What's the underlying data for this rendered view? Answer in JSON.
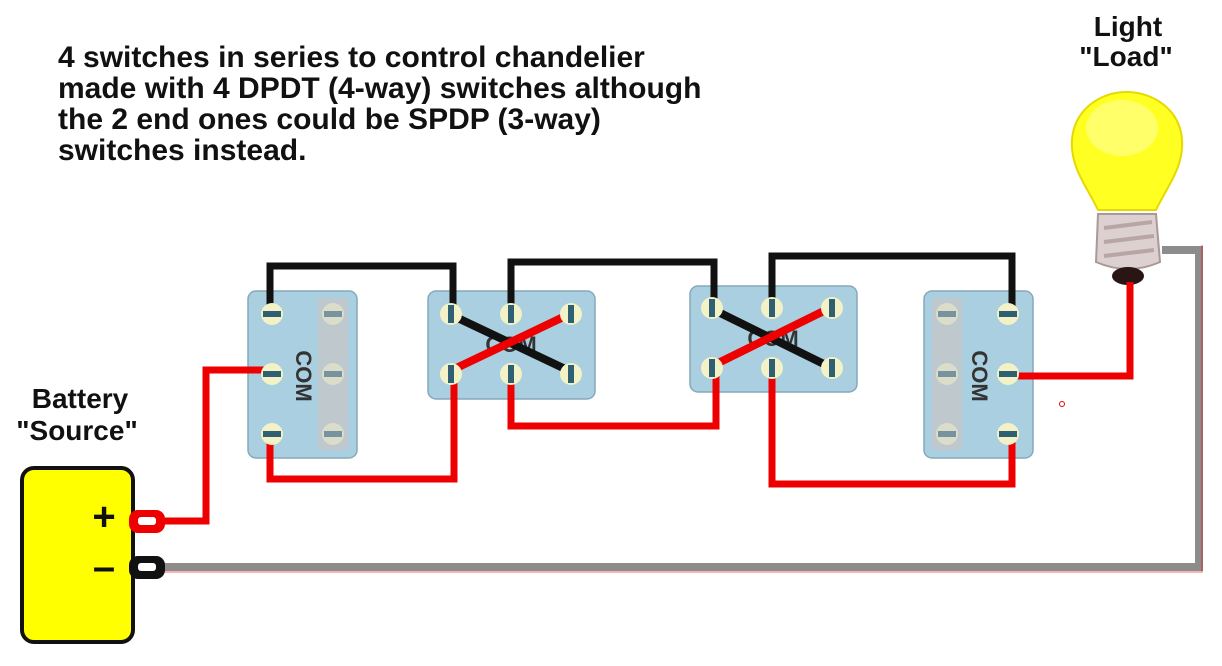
{
  "description": [
    "4 switches in series to control chandelier",
    "made with 4 DPDT (4-way) switches although",
    "the 2 end ones could be SPDP (3-way)",
    "switches instead."
  ],
  "source": {
    "line1": "Battery",
    "line2": "\"Source\"",
    "plus": "+",
    "minus": "–"
  },
  "load": {
    "line1": "Light",
    "line2": "\"Load\""
  },
  "switches": [
    {
      "id": "switch-1",
      "label": "COM"
    },
    {
      "id": "switch-2",
      "label": "COM"
    },
    {
      "id": "switch-3",
      "label": "COM"
    },
    {
      "id": "switch-4",
      "label": "COM"
    }
  ],
  "colors": {
    "switch_body": "#a9cfe0",
    "terminal": "#f3f1c6",
    "terminal_slot": "#2f5f72",
    "hot_wire": "#ee0000",
    "traveler_wire": "#111111",
    "neutral_wire": "#8c8c8c",
    "battery": "#ffff00",
    "bulb": "#ffff22"
  }
}
